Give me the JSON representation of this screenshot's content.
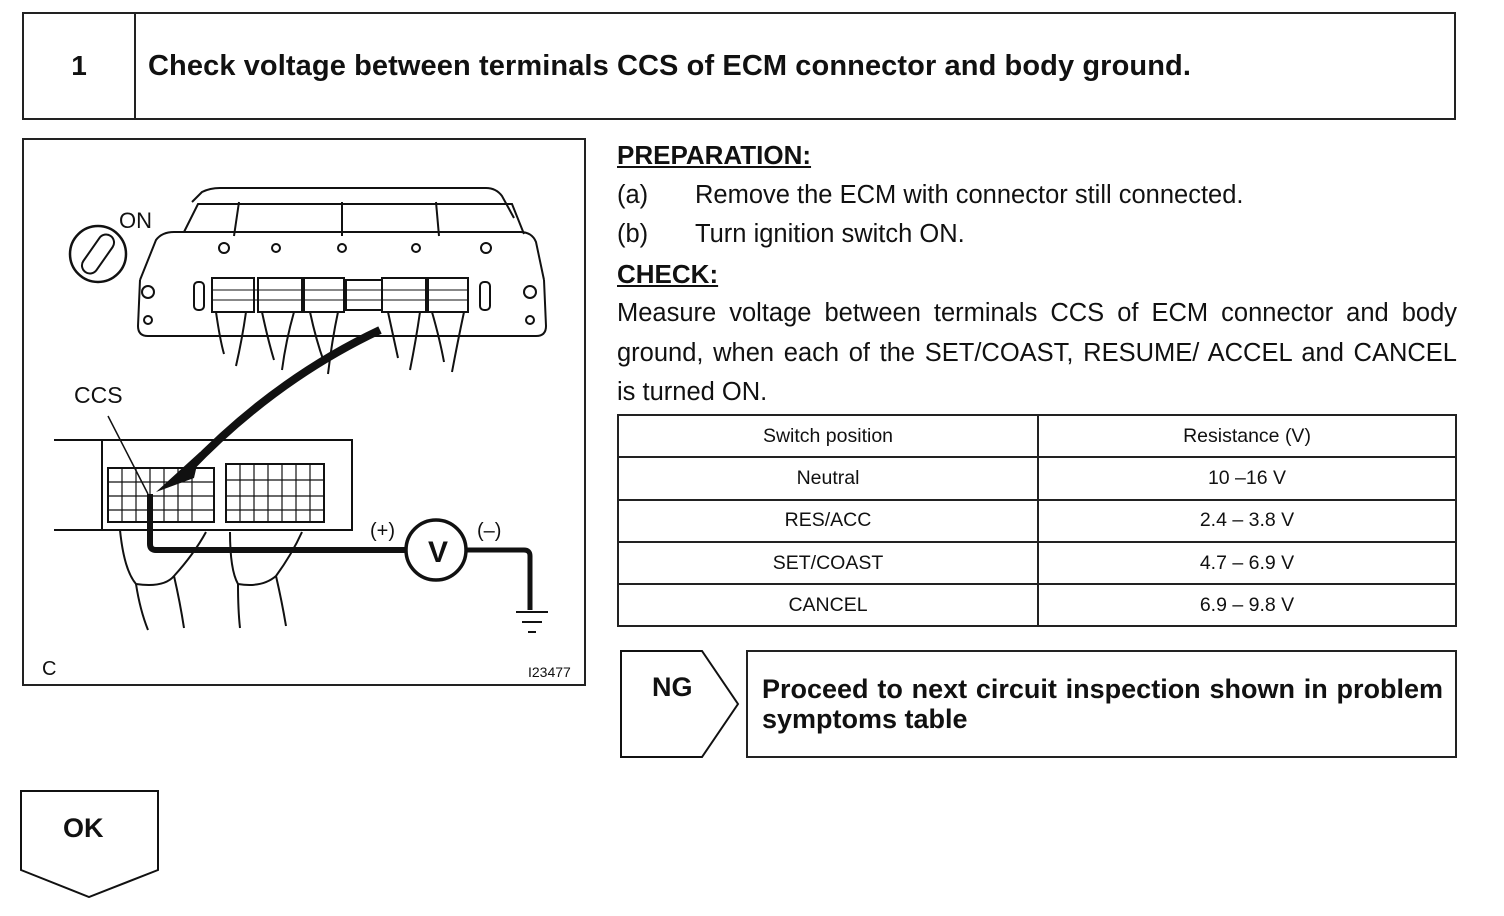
{
  "step": {
    "number": "1",
    "title": "Check voltage between terminals CCS of ECM connector and body ground."
  },
  "figure": {
    "label_on": "ON",
    "label_ccs": "CCS",
    "label_plus": "(+)",
    "label_minus": "(–)",
    "meter_symbol": "V",
    "corner_letter": "C",
    "figure_id": "I23477",
    "icons": [
      "ignition-key-icon",
      "voltmeter-icon",
      "ground-symbol-icon"
    ]
  },
  "preparation": {
    "heading": "PREPARATION:",
    "steps": [
      {
        "letter": "(a)",
        "text": "Remove the ECM with connector still connected."
      },
      {
        "letter": "(b)",
        "text": "Turn ignition switch ON."
      }
    ]
  },
  "check": {
    "heading": "CHECK:",
    "text": "Measure voltage between terminals CCS of ECM connector and body ground, when each of the SET/COAST, RESUME/ ACCEL and CANCEL is turned ON."
  },
  "spec_table": {
    "headers": [
      "Switch position",
      "Resistance (V)"
    ],
    "rows": [
      [
        "Neutral",
        "10 –16 V"
      ],
      [
        "RES/ACC",
        "2.4 – 3.8 V"
      ],
      [
        "SET/COAST",
        "4.7 – 6.9 V"
      ],
      [
        "CANCEL",
        "6.9 – 9.8 V"
      ]
    ]
  },
  "ng": {
    "label": "NG",
    "text": "Proceed to next circuit inspection shown in problem symptoms table"
  },
  "ok": {
    "label": "OK"
  }
}
